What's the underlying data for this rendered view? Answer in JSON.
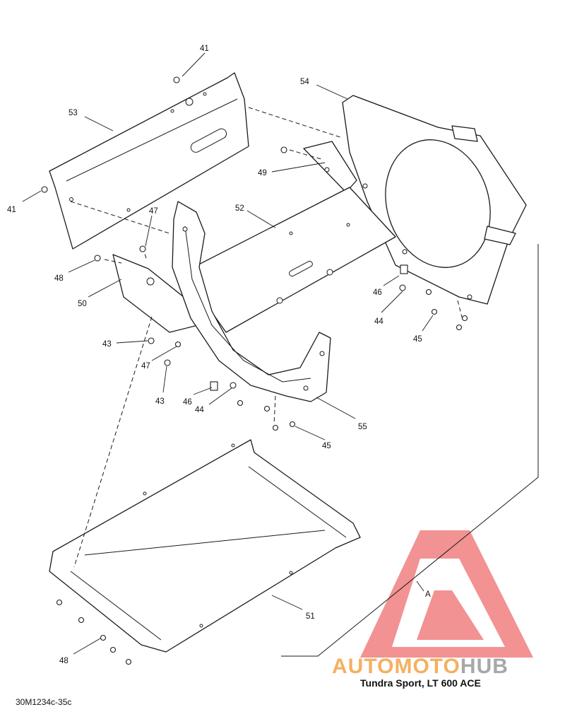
{
  "callouts": [
    {
      "id": "c41a",
      "text": "41"
    },
    {
      "id": "c53",
      "text": "53"
    },
    {
      "id": "c41b",
      "text": "41"
    },
    {
      "id": "c54",
      "text": "54"
    },
    {
      "id": "c49",
      "text": "49"
    },
    {
      "id": "c52",
      "text": "52"
    },
    {
      "id": "c47a",
      "text": "47"
    },
    {
      "id": "c48a",
      "text": "48"
    },
    {
      "id": "c50",
      "text": "50"
    },
    {
      "id": "c46a",
      "text": "46"
    },
    {
      "id": "c44a",
      "text": "44"
    },
    {
      "id": "c45a",
      "text": "45"
    },
    {
      "id": "c43a",
      "text": "43"
    },
    {
      "id": "c47b",
      "text": "47"
    },
    {
      "id": "c43b",
      "text": "43"
    },
    {
      "id": "c46b",
      "text": "46"
    },
    {
      "id": "c44b",
      "text": "44"
    },
    {
      "id": "c55",
      "text": "55"
    },
    {
      "id": "c45b",
      "text": "45"
    },
    {
      "id": "c51",
      "text": "51"
    },
    {
      "id": "c48b",
      "text": "48"
    },
    {
      "id": "cA",
      "text": "A"
    }
  ],
  "watermark": {
    "auto": "AUTO",
    "moto": "MOTO",
    "hub": "HUB",
    "color_red": "#f08080",
    "color_orange": "#f5b060",
    "color_gray": "#a8a8a8"
  },
  "footer": {
    "model": "Tundra Sport, LT 600 ACE",
    "drawing_code": "30M1234c-35c"
  }
}
